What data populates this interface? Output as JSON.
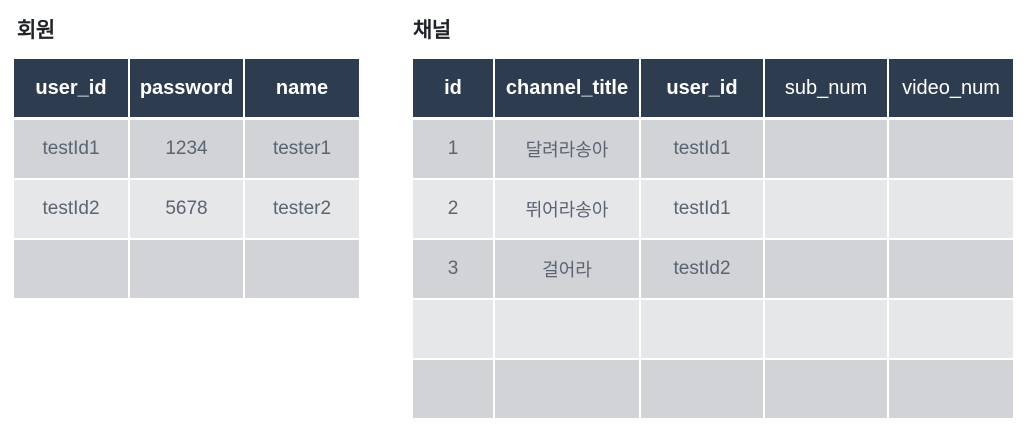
{
  "members": {
    "title": "회원",
    "headers": [
      "user_id",
      "password",
      "name"
    ],
    "rows": [
      [
        "testId1",
        "1234",
        "tester1"
      ],
      [
        "testId2",
        "5678",
        "tester2"
      ],
      [
        "",
        "",
        ""
      ]
    ]
  },
  "channels": {
    "title": "채널",
    "headers": [
      "id",
      "channel_title",
      "user_id",
      "sub_num",
      "video_num"
    ],
    "rows": [
      [
        "1",
        "달려라송아",
        "testId1",
        "",
        ""
      ],
      [
        "2",
        "뛰어라송아",
        "testId1",
        "",
        ""
      ],
      [
        "3",
        "걸어라",
        "testId2",
        "",
        ""
      ],
      [
        "",
        "",
        "",
        "",
        ""
      ],
      [
        "",
        "",
        "",
        "",
        ""
      ]
    ]
  }
}
